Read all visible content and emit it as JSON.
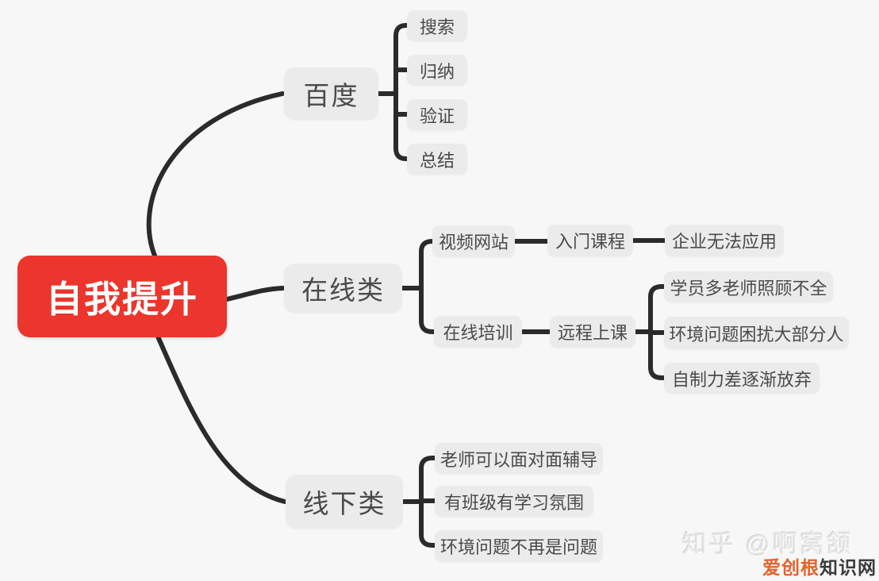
{
  "mindmap": {
    "root": {
      "label": "自我提升"
    },
    "branches": [
      {
        "label": "百度",
        "children": [
          {
            "label": "搜索"
          },
          {
            "label": "归纳"
          },
          {
            "label": "验证"
          },
          {
            "label": "总结"
          }
        ]
      },
      {
        "label": "在线类",
        "children": [
          {
            "label": "视频网站",
            "children": [
              {
                "label": "入门课程",
                "children": [
                  {
                    "label": "企业无法应用"
                  }
                ]
              }
            ]
          },
          {
            "label": "在线培训",
            "children": [
              {
                "label": "远程上课",
                "children": [
                  {
                    "label": "学员多老师照顾不全"
                  },
                  {
                    "label": "环境问题困扰大部分人"
                  },
                  {
                    "label": "自制力差逐渐放弃"
                  }
                ]
              }
            ]
          }
        ]
      },
      {
        "label": "线下类",
        "children": [
          {
            "label": "老师可以面对面辅导"
          },
          {
            "label": "有班级有学习氛围"
          },
          {
            "label": "环境问题不再是问题"
          }
        ]
      }
    ]
  },
  "watermark": {
    "zhihu_text": "知乎 @啊窝颔",
    "site_brand": "爱创根",
    "site_suffix": "知识网"
  },
  "colors": {
    "bg": "#f7f7f8",
    "node_fill": "#ebebec",
    "node_text": "#4a4a4a",
    "line": "#2b2b2b",
    "root_fill": "#ec352c",
    "root_text": "#ffffff",
    "watermark_gray": "#e7e7e7",
    "brand_orange": "#e4632b",
    "brand_dark": "#3b3b3b"
  }
}
